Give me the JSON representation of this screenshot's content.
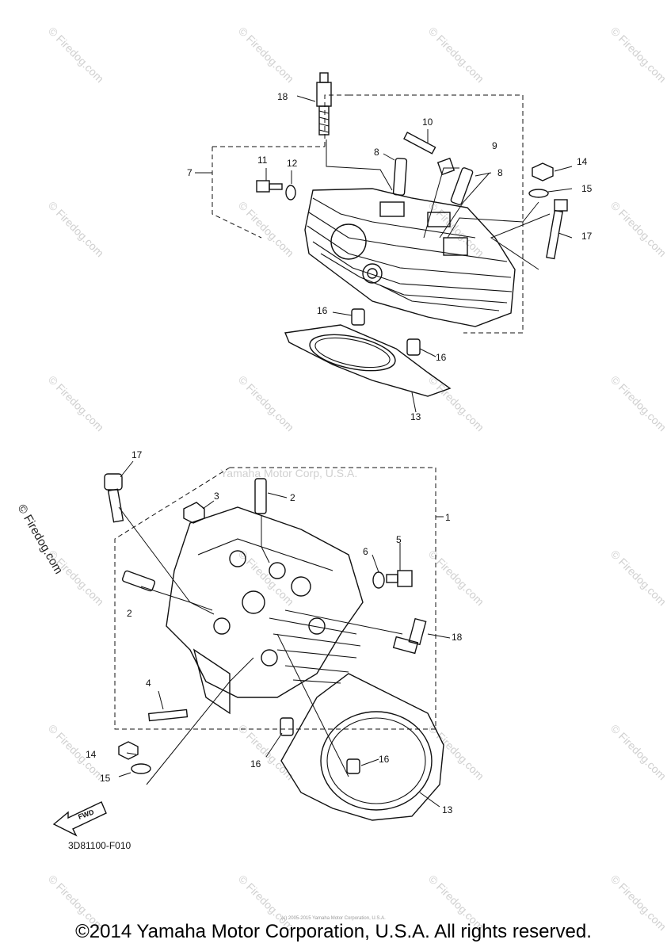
{
  "watermarks": {
    "firedog": "© Firedog.com",
    "yamaha": "Yamaha Motor Corp, U.S.A."
  },
  "diagram_code": "3D81100-F010",
  "fwd_label": "FWD",
  "copyright": "©2014 Yamaha Motor Corporation, U.S.A. All rights reserved.",
  "fine_print": "(c) 2005-2015 Yamaha Motor Corporation, U.S.A.",
  "callouts": [
    "1",
    "2",
    "2",
    "3",
    "4",
    "5",
    "6",
    "7",
    "8",
    "8",
    "9",
    "10",
    "11",
    "12",
    "13",
    "13",
    "14",
    "14",
    "15",
    "15",
    "16",
    "16",
    "16",
    "16",
    "17",
    "17",
    "18",
    "18"
  ]
}
